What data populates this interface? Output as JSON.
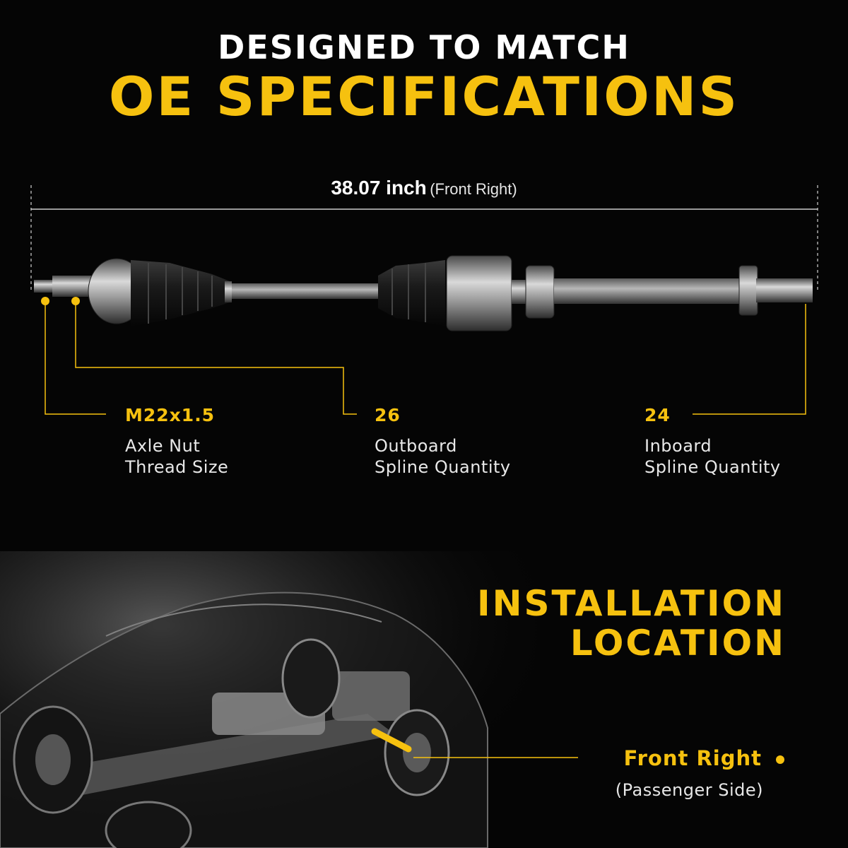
{
  "header": {
    "line1": "DESIGNED TO MATCH",
    "line2": "OE SPECIFICATIONS"
  },
  "dimension": {
    "value": "38.07 inch",
    "note": "(Front Right)"
  },
  "specs": [
    {
      "value": "M22x1.5",
      "desc_line1": "Axle Nut",
      "desc_line2": "Thread Size"
    },
    {
      "value": "26",
      "desc_line1": "Outboard",
      "desc_line2": "Spline Quantity"
    },
    {
      "value": "24",
      "desc_line1": "Inboard",
      "desc_line2": "Spline Quantity"
    }
  ],
  "installation": {
    "title_line1": "INSTALLATION",
    "title_line2": "LOCATION",
    "location": "Front Right",
    "side": "(Passenger Side)"
  },
  "colors": {
    "accent": "#f6c10f",
    "background": "#050505",
    "text": "#ffffff"
  }
}
